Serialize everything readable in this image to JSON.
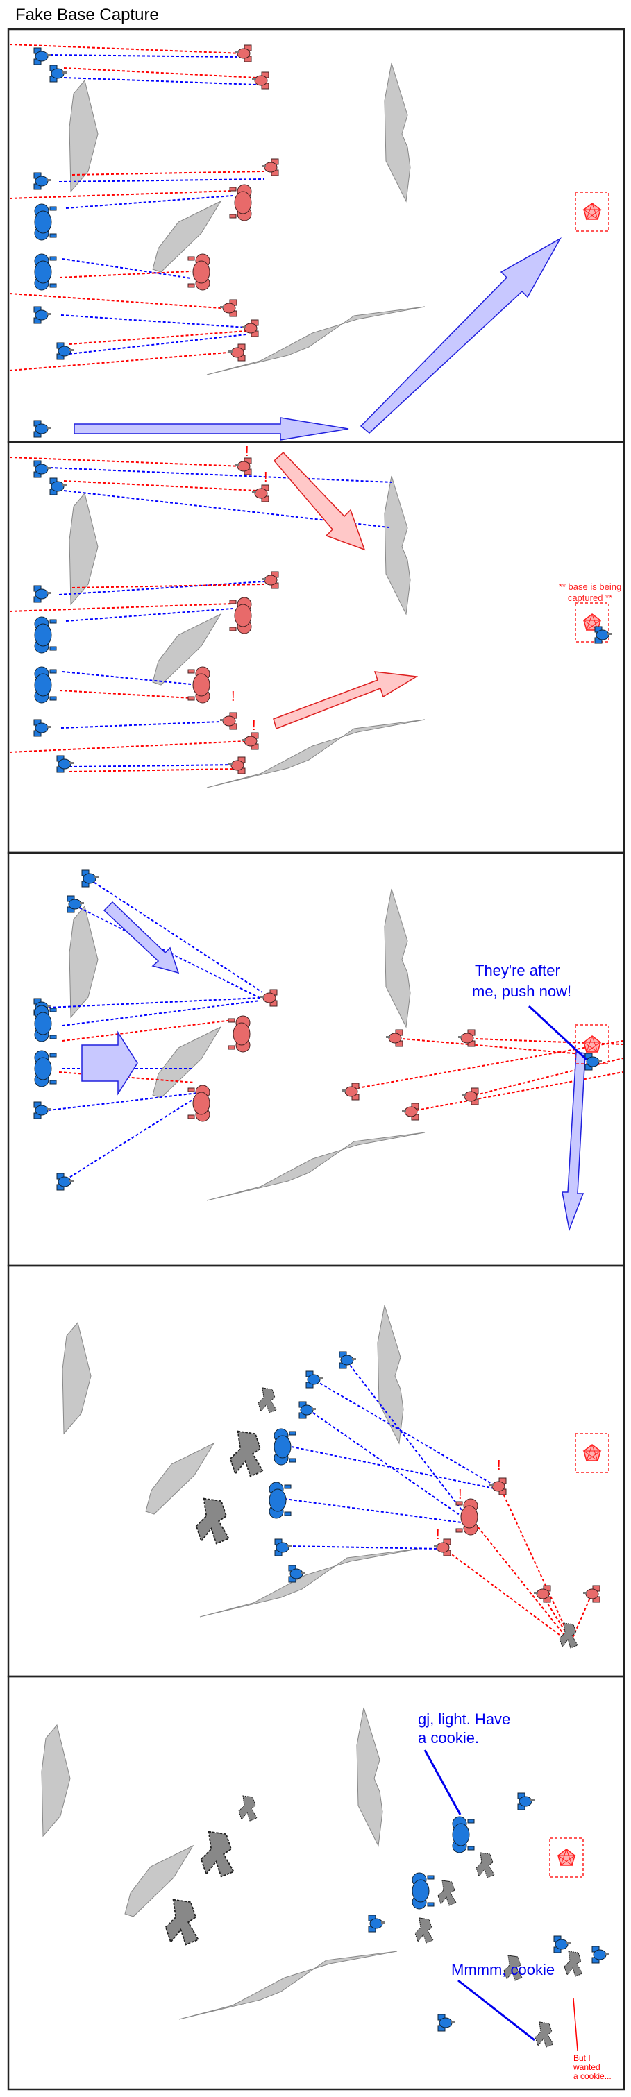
{
  "title": "Fake Base Capture",
  "colors": {
    "blue_team": "#1e78dc",
    "red_team": "#e86a6a",
    "rock": "#c8c8c8",
    "arrow_fill": "#c8c8ff",
    "arrow_stroke": "#2020dd",
    "red_arrow_fill": "#ffc8c8",
    "red_line": "#ff0000",
    "blue_line": "#0000ff"
  },
  "panels": [
    {
      "id": 1
    },
    {
      "id": 2,
      "base_label_1": "** base is being",
      "base_label_2": "captured **",
      "alert": "!"
    },
    {
      "id": 3,
      "speech_1": "They're after",
      "speech_2": "me, push now!"
    },
    {
      "id": 4,
      "alert": "!"
    },
    {
      "id": 5,
      "speech_1a": "gj, light. Have",
      "speech_1b": "a cookie.",
      "speech_2": "Mmmm, cookie",
      "speech_3a": "But I",
      "speech_3b": "wanted",
      "speech_3c": "a cookie..."
    }
  ]
}
